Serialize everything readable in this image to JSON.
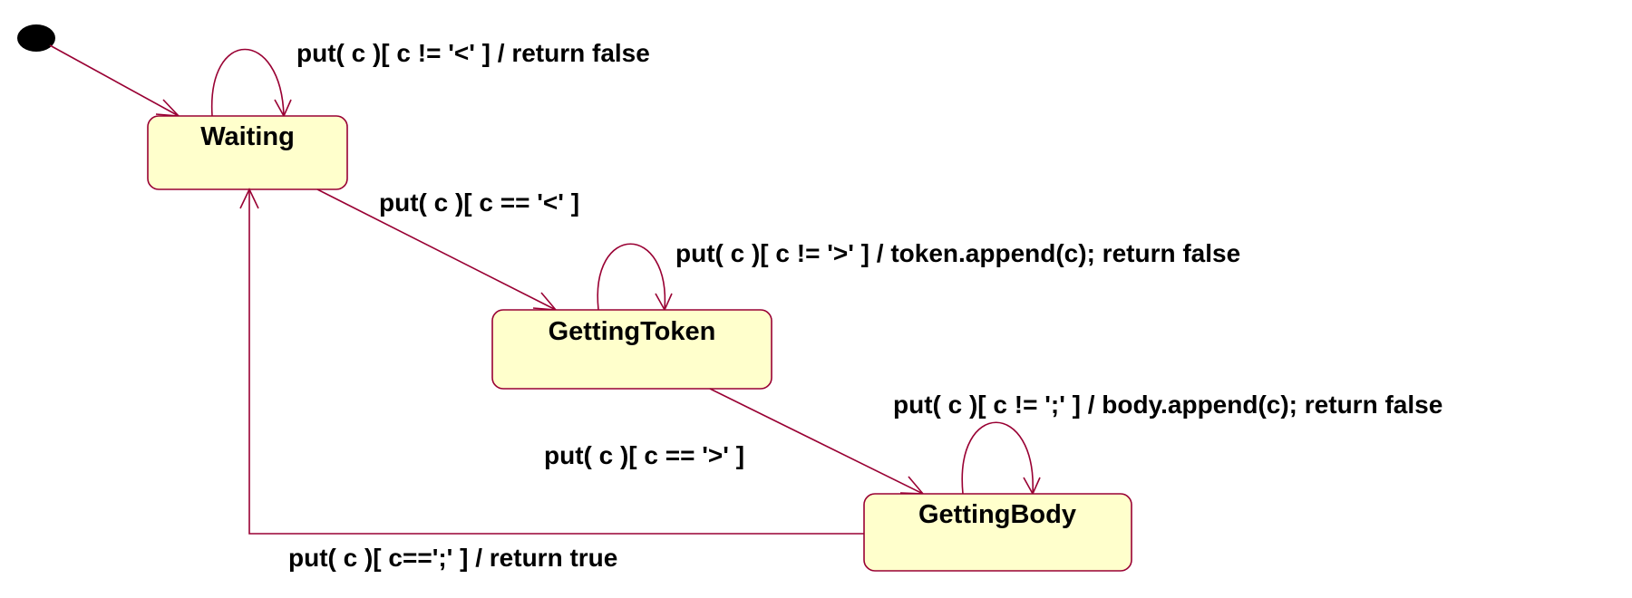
{
  "diagram": {
    "initial_state": "Waiting",
    "states": {
      "waiting": "Waiting",
      "getting_token": "GettingToken",
      "getting_body": "GettingBody"
    },
    "transitions": {
      "waiting_self": "put( c )[ c != '<' ] / return false",
      "waiting_to_token": "put( c )[ c == '<' ]",
      "token_self": "put( c )[ c != '>' ] / token.append(c); return false",
      "token_to_body": "put( c )[ c == '>' ]",
      "body_self": "put( c )[ c != ';' ] / body.append(c); return false",
      "body_to_waiting": "put( c )[ c==';' ] / return true"
    },
    "colors": {
      "state_fill": "#ffffcc",
      "line": "#990033",
      "initial_dot": "#000000"
    }
  }
}
